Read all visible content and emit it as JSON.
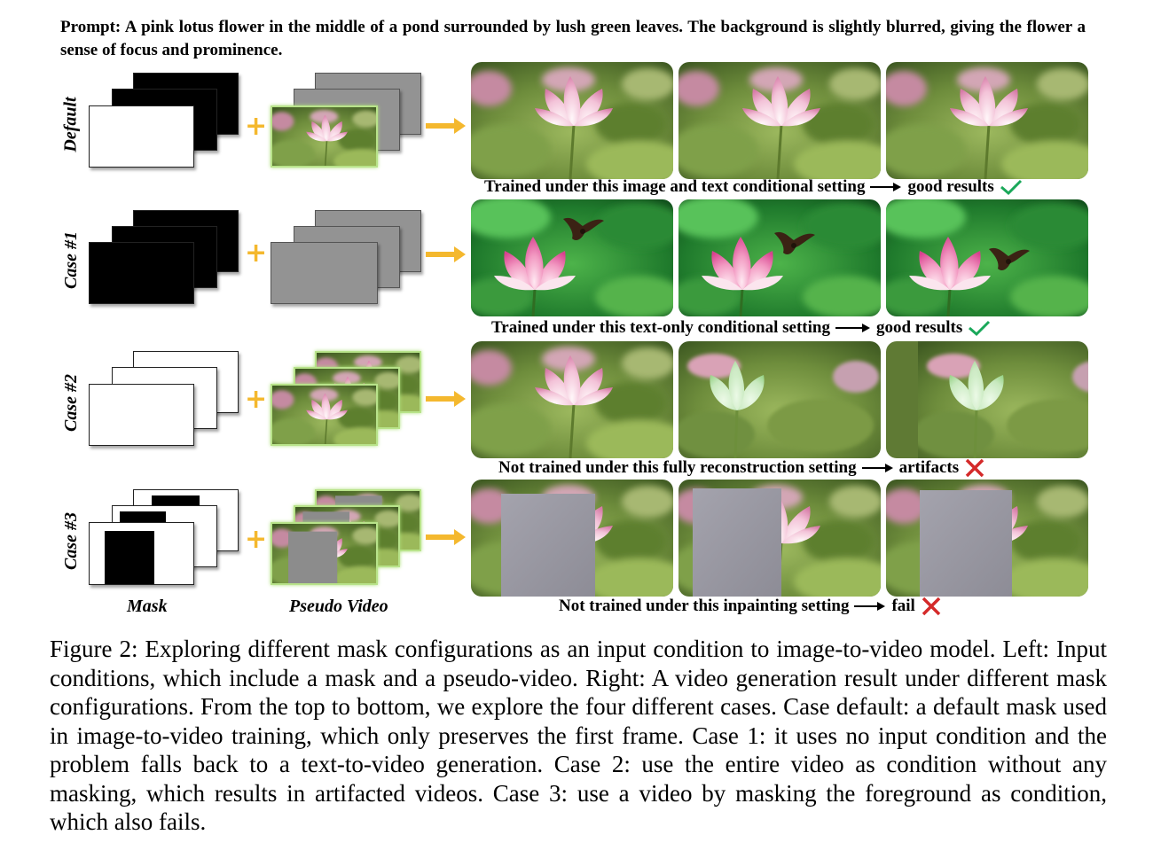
{
  "prompt": "Prompt: A pink lotus flower in the middle of a pond surrounded by lush green leaves. The background is slightly blurred, giving the flower a sense of focus and prominence.",
  "rows": [
    {
      "label": "Default",
      "caption": "Trained under this image and text conditional setting",
      "result": "good results",
      "result_icon": "check-icon"
    },
    {
      "label": "Case #1",
      "caption": "Trained under this text-only conditional setting",
      "result": "good results",
      "result_icon": "check-icon"
    },
    {
      "label": "Case #2",
      "caption": "Not trained under this fully reconstruction setting",
      "result": "artifacts",
      "result_icon": "cross-icon"
    },
    {
      "label": "Case #3",
      "caption": "Not trained under this inpainting setting",
      "result": "fail",
      "result_icon": "cross-icon"
    }
  ],
  "column_labels": {
    "mask": "Mask",
    "pseudo_video": "Pseudo Video"
  },
  "figure_caption": "Figure 2: Exploring different mask configurations as an input condition to image-to-video model. Left: Input conditions, which include a mask and a pseudo-video. Right: A video generation result under different mask configurations. From the top to bottom, we explore the four different cases. Case default: a default mask used in image-to-video training, which only preserves the first frame. Case 1: it uses no input condition and the problem falls back to a text-to-video generation. Case 2: use the entire video as condition without any masking, which results in artifacted videos. Case 3: use a video by masking the foreground as condition, which also fails.",
  "colors": {
    "arrow": "#f4b82e",
    "check": "#1aa85a",
    "cross": "#d42a2a",
    "photo_glow": "#b8e38a"
  }
}
